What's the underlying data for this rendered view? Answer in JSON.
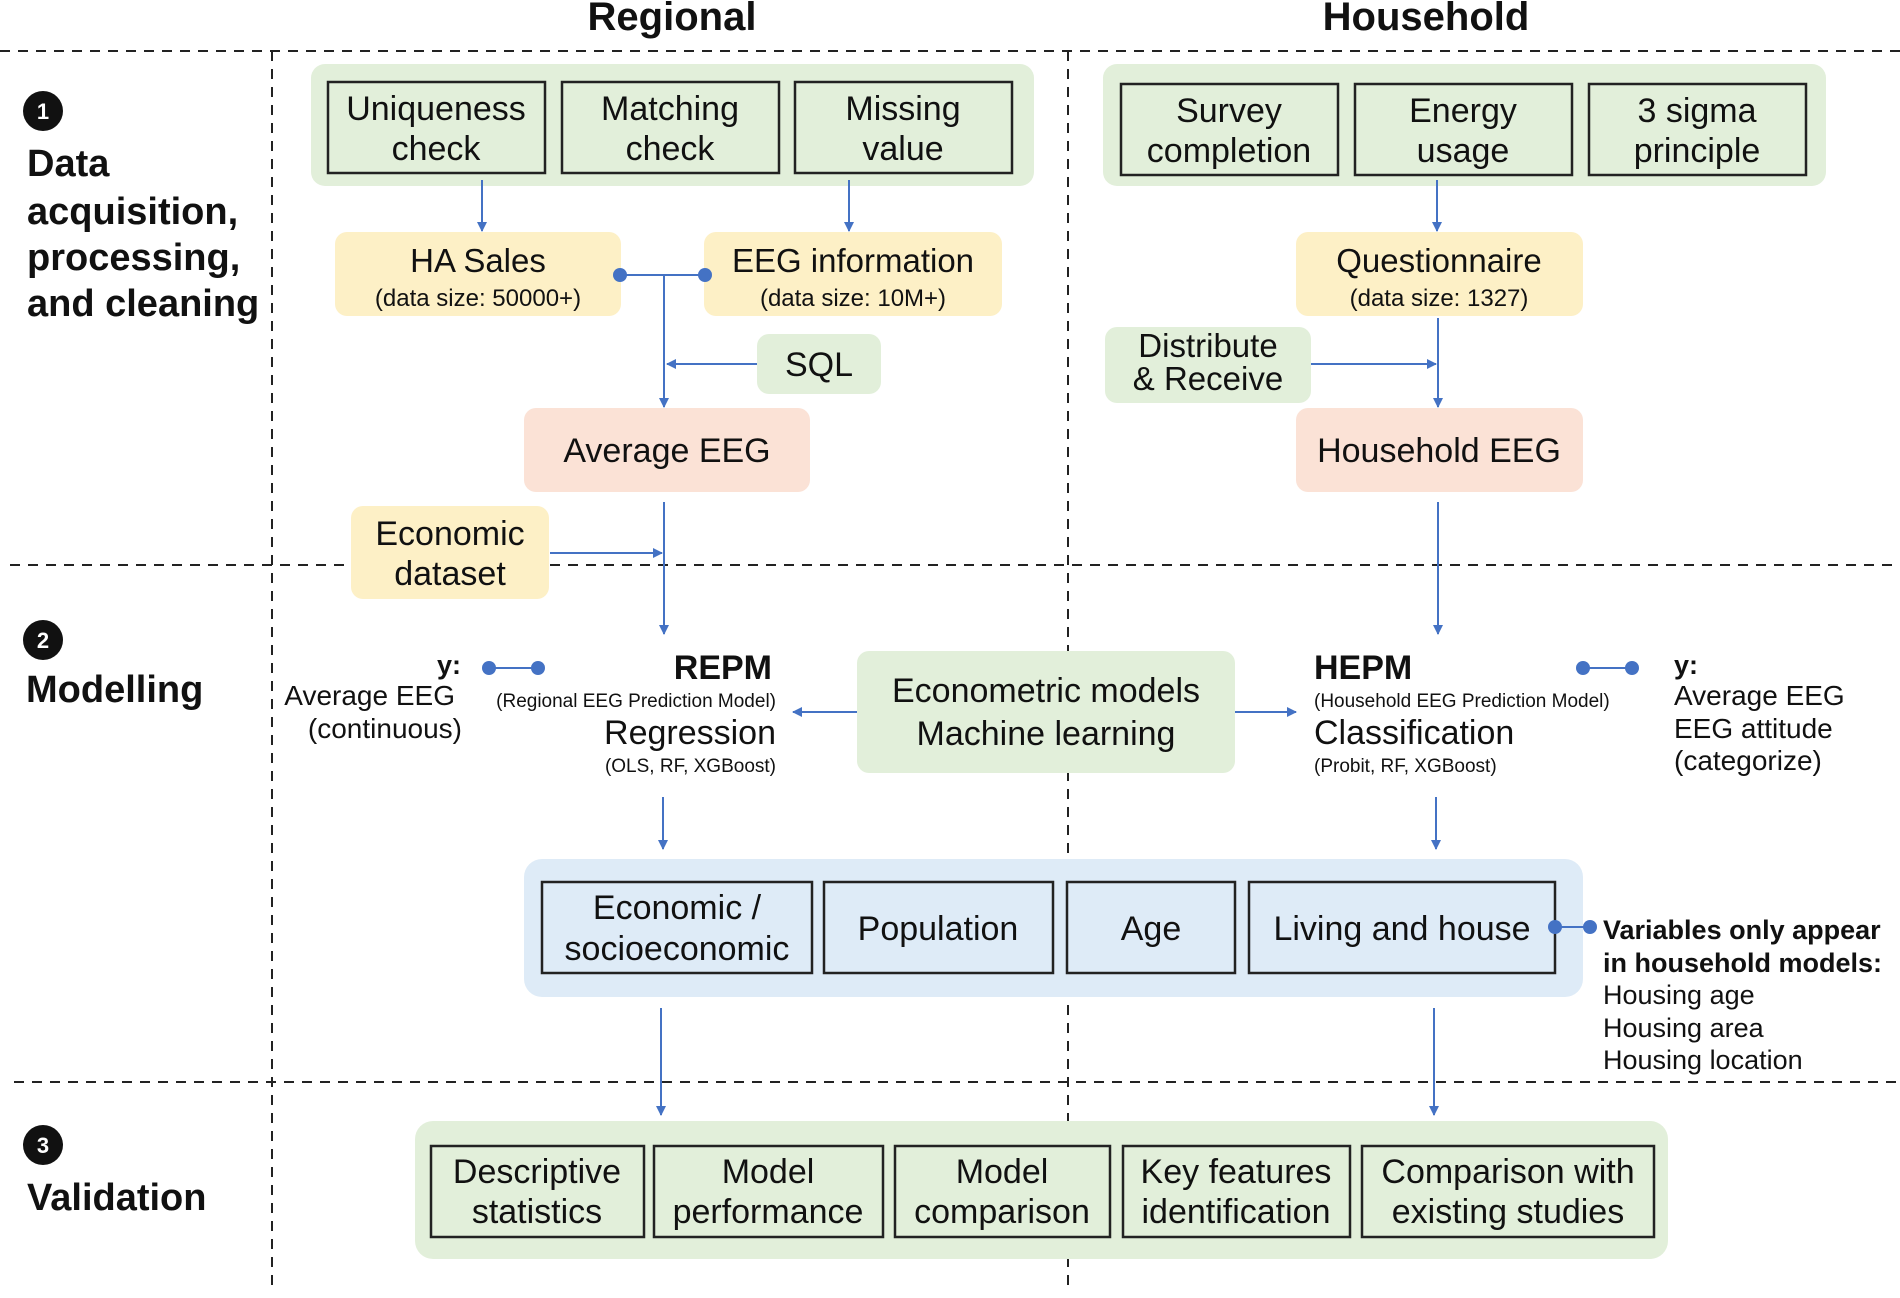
{
  "columns": {
    "regional": "Regional",
    "household": "Household"
  },
  "steps": [
    {
      "number": "1",
      "lines": [
        "Data",
        "acquisition,",
        "processing,",
        "and cleaning"
      ]
    },
    {
      "number": "2",
      "lines": [
        "Modelling"
      ]
    },
    {
      "number": "3",
      "lines": [
        "Validation"
      ]
    }
  ],
  "regional_checks": [
    [
      "Uniqueness",
      "check"
    ],
    [
      "Matching",
      "check"
    ],
    [
      "Missing",
      "value"
    ]
  ],
  "household_checks": [
    [
      "Survey",
      "completion"
    ],
    [
      "Energy",
      "usage"
    ],
    [
      "3 sigma",
      "principle"
    ]
  ],
  "ha_sales": {
    "title": "HA Sales",
    "size": "(data size: 50000+)"
  },
  "eeg_info": {
    "title": "EEG information",
    "size": "(data size: 10M+)"
  },
  "questionnaire": {
    "title": "Questionnaire",
    "size": "(data size: 1327)"
  },
  "sql": "SQL",
  "distribute": [
    "Distribute",
    "& Receive"
  ],
  "average_eeg": "Average EEG",
  "household_eeg": "Household EEG",
  "economic_dataset": [
    "Economic",
    "dataset"
  ],
  "center_models": [
    "Econometric models",
    "Machine learning"
  ],
  "repm": {
    "acronym": "REPM",
    "full": "(Regional EEG Prediction Model)",
    "method": "Regression",
    "models": "(OLS, RF, XGBoost)",
    "y_label": "y:",
    "y_lines": [
      "Average EEG",
      "(continuous)"
    ]
  },
  "hepm": {
    "acronym": "HEPM",
    "full": "(Household EEG Prediction Model)",
    "method": "Classification",
    "models": "(Probit, RF, XGBoost)",
    "y_label": "y:",
    "y_lines": [
      "Average EEG",
      "EEG attitude",
      "(categorize)"
    ]
  },
  "variables": [
    [
      "Economic /",
      "socioeconomic"
    ],
    [
      "Population"
    ],
    [
      "Age"
    ],
    [
      "Living and house"
    ]
  ],
  "household_only_vars": {
    "header": [
      "Variables only appear",
      "in household models:"
    ],
    "items": [
      "Housing age",
      "Housing area",
      "Housing location"
    ]
  },
  "validation": [
    [
      "Descriptive",
      "statistics"
    ],
    [
      "Model",
      "performance"
    ],
    [
      "Model",
      "comparison"
    ],
    [
      "Key features",
      "identification"
    ],
    [
      "Comparison with",
      "existing studies"
    ]
  ],
  "colors": {
    "green": "#e2efda",
    "yellow": "#fdf0c6",
    "salmon": "#fbe2d6",
    "blue": "#deebf7",
    "arrow": "#4472c4",
    "dash": "#222222"
  }
}
